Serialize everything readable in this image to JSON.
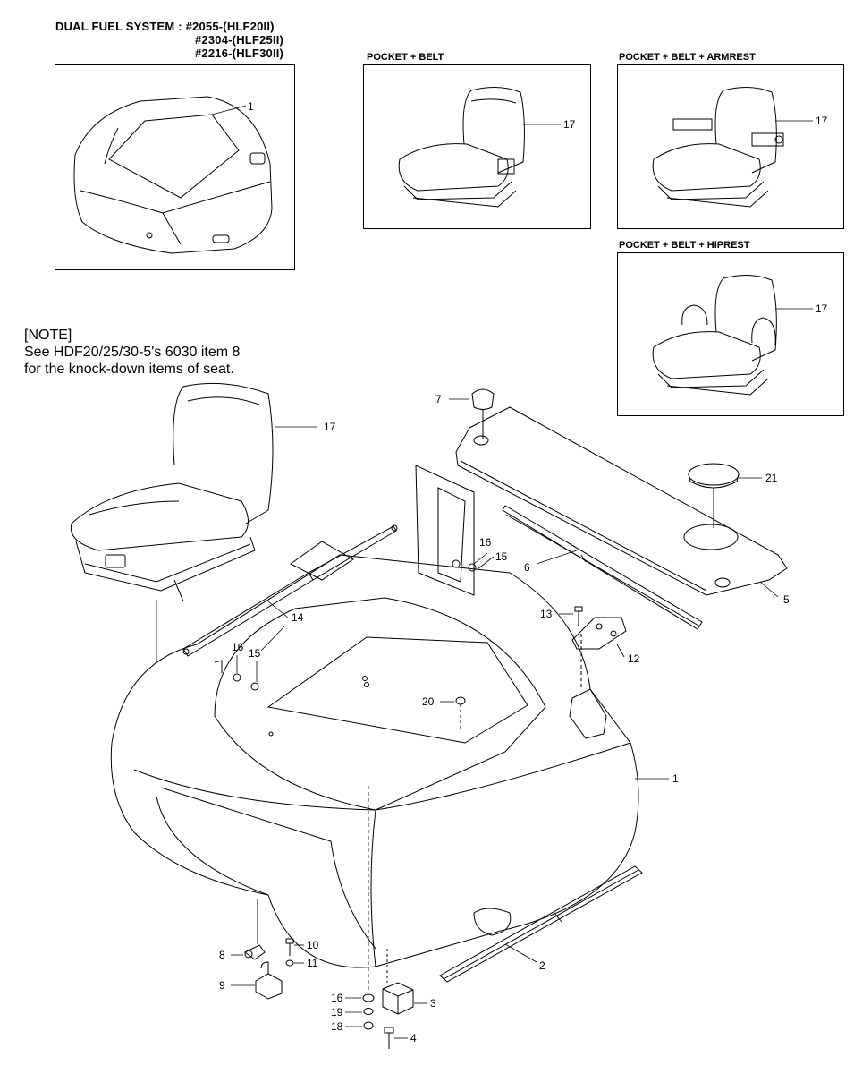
{
  "header": {
    "system_label": "DUAL FUEL SYSTEM : #2055-(HLF20II)",
    "line2": "#2304-(HLF25II)",
    "line3": "#2216-(HLF30II)"
  },
  "note": {
    "title": "[NOTE]",
    "line1": "See HDF20/25/30-5's 6030 item 8",
    "line2": "for the knock-down items of seat."
  },
  "inset_boxes": [
    {
      "title": "POCKET + BELT",
      "part": "17"
    },
    {
      "title": "POCKET + BELT + ARMREST",
      "part": "17"
    },
    {
      "title": "POCKET + BELT + HIPREST",
      "part": "17"
    }
  ],
  "inset_dual_fuel": {
    "part": "1"
  },
  "callouts": {
    "c1": "1",
    "c2": "2",
    "c3": "3",
    "c4": "4",
    "c5": "5",
    "c6": "6",
    "c7": "7",
    "c8": "8",
    "c9": "9",
    "c10": "10",
    "c11": "11",
    "c12": "12",
    "c13": "13",
    "c14": "14",
    "c15a": "15",
    "c15b": "15",
    "c16a": "16",
    "c16b": "16",
    "c16c": "16",
    "c17": "17",
    "c18": "18",
    "c19": "19",
    "c20": "20",
    "c21": "21"
  }
}
